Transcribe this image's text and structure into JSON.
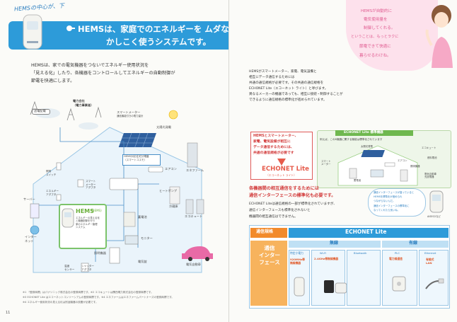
{
  "hero": {
    "tag": "HEMSの中心が、下",
    "title_line1": "HEMSは、家庭でのエネルギーを ムダなく、",
    "title_line2": "かしこく使うシステムです。"
  },
  "intro": {
    "line1": "HEMSは、家での電気機器をつないでエネルギー使用状況を",
    "line2": "「見える化」したり、各機器をコントロールしてエネルギーの自動制御が",
    "line3": "節電を快適にします。"
  },
  "diagram": {
    "labels": {
      "power_company": "電力会社\n（電力事業者）",
      "distribution": "送電配電",
      "smart_meter": "スマートメーター",
      "smart_meter_desc": "通信機能付きの電力量計",
      "solar": "太陽光発電",
      "hems_controller": "HEMS対応住宅分電盤\n（スマートコスモ）",
      "aircon": "エアコン",
      "ecofarm": "エネファーム",
      "heater": "ヒートポンプ",
      "refrigerator": "冷蔵庫",
      "storage": "蓄電池",
      "monitor": "モニター",
      "ev": "電気自動車",
      "server": "サーバー",
      "internet": "インター\nネット",
      "hems_box_title": "HEMS",
      "hems_box_sub": "(HEMS)",
      "hems_box_desc": "エネルギーの見える化\nと機器制御を行う\n家のエネルギー管理\nシステム",
      "light_switch": "照明\nスイッチ",
      "adaptor": "エネルギー\nアダプタ",
      "smart_adaptor": "スマート\nメーター\nアダプタ",
      "ecocute": "エコキュート",
      "lighting": "照明機器",
      "shutter": "シャッター\nアダプタ",
      "temp_sensor": "温度\nセンサー",
      "lock": "電気錠"
    }
  },
  "footnotes": {
    "line1": "※1 『登録商標』はパナソニック株式会社の登録商標です。※2 エコキュートは関西電力株式会社の登録商標です。",
    "line2": "※3 ECHONET Lite はエコーネットコンソーシアムの登録商標です。※4 エネファームはエネファームパートナーズの登録商標です。",
    "line3": "※4 エネルギー使用状況の見える化は別途機器の設置が必要です。",
    "page_number": "11"
  },
  "speech": {
    "line1": "HEMSが自動的に",
    "line2": "電気使用量を",
    "line3": "制御してくれる。",
    "line4": "ということは、もっとラクに",
    "line5": "節電できて快適に",
    "line6": "暮らせるわけね。"
  },
  "right_intro": {
    "line1": "HEMSがスマートメーター、家電、電気設備と",
    "line2": "相互にデータ通信するためには",
    "line3": "共通の通信規格が必要です。その共通の通信規格を",
    "line4": "ECHONET Lite（エコーネット ライト）と呼びます。",
    "line5": "異なるメーカーの機器であっても、相互に接続・制御することが",
    "line6": "できるように通信規格の標準化が進められています。"
  },
  "callout": {
    "line1": "HEMSとスマートメーター、",
    "line2": "家電、電気設備が相互に",
    "line3": "データ通信するためには、",
    "line4": "共通の通信規格が必要です",
    "logo": "ECHONET Lite",
    "logo_sub": "（エコーネット ライト）"
  },
  "echonet_diagram": {
    "header": "ECHONET Lite 標準機器",
    "subhead": "例えば、この8機器に関する機能は標準化されています",
    "labels": {
      "solar": "太陽光発電",
      "storage": "蓄電池",
      "aircon": "エアコン",
      "ecocute": "エコキュート",
      "smart_meter": "スマート\nメーター",
      "ev": "電気自動車\n充放電器",
      "fuel_cell": "燃料電池",
      "lighting": "照明機器"
    }
  },
  "mid": {
    "heading1": "各機器間の相互通信をするためには",
    "heading2": "通信インターフェースの標準化も必要です。",
    "body1": "ECHONET Liteは通信規格の一部が標準化されていますが、",
    "body2": "通信インターフェースも標準化されないと",
    "body3": "機器間の相互通信はできません。",
    "bubble1": "通信インターフェースが違っていると",
    "bubble2": "HEMSを標準化が進められ",
    "bubble3": "つながらないんだ。",
    "bubble4": "通信インターフェースの標準化に",
    "bubble5": "なってくれたら良いね。",
    "device_label": "AiSEG2など"
  },
  "table": {
    "protocol_label": "通信規格",
    "protocol_value": "ECHONET Lite",
    "interface_label": "通信\nインター\nフェース",
    "wireless": "無線",
    "wired": "有線",
    "cols": [
      {
        "name": "特定小電力",
        "desc": "920MHz帯\n無線機器"
      },
      {
        "name": "Wi-Fi",
        "desc": "2.4GHz帯無線機器"
      },
      {
        "name": "Bluetooth",
        "desc": ""
      },
      {
        "name": "PLC",
        "desc": "電力線通信"
      },
      {
        "name": "Ethernet",
        "desc": "有線式\nLAN"
      }
    ]
  }
}
